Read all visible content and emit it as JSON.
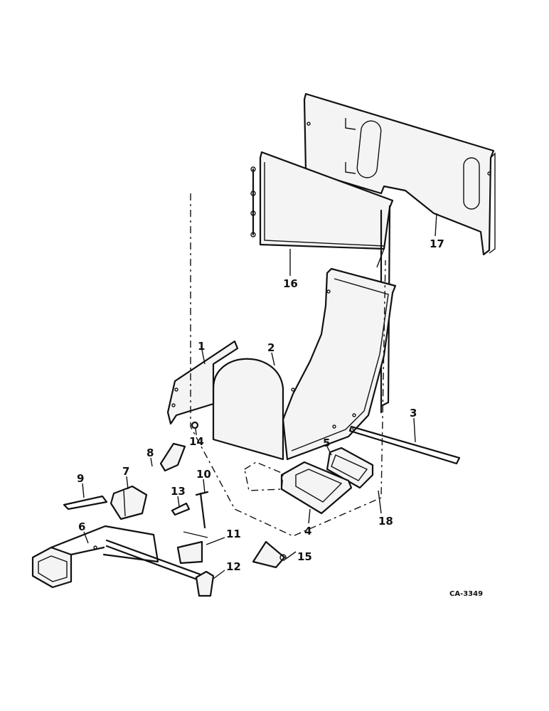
{
  "callouts": {
    "c1": "1",
    "c2": "2",
    "c3": "3",
    "c4": "4",
    "c5": "5",
    "c6": "6",
    "c7": "7",
    "c8": "8",
    "c9": "9",
    "c10": "10",
    "c11": "11",
    "c12": "12",
    "c13": "13",
    "c14": "14",
    "c15": "15",
    "c16": "16",
    "c17": "17",
    "c18": "18"
  },
  "figure_code": "CA-3349"
}
